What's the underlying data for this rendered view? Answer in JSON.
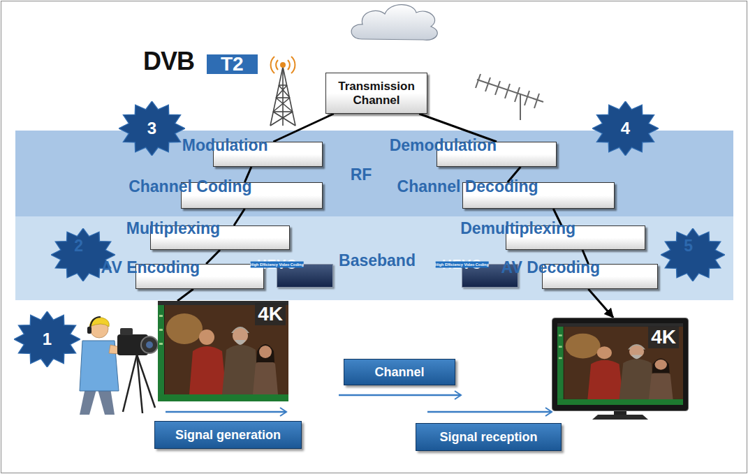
{
  "diagram": {
    "nodes": [
      {
        "text": [
          "Transmission Channel"
        ]
      },
      {
        "text": [
          "RF"
        ]
      },
      {
        "text": [
          "3"
        ]
      },
      {
        "text": [
          "4"
        ]
      },
      {
        "text": [
          "Modulation"
        ],
        "in": 1
      },
      {
        "text": [
          "Demodulation"
        ],
        "in": 1
      },
      {
        "text": [
          "Channel Coding"
        ],
        "in": 1
      },
      {
        "text": [
          "Channel Decoding"
        ],
        "in": 1
      },
      {
        "text": [
          "Baseband"
        ]
      },
      {
        "text": [
          "2"
        ],
        "in": 8
      },
      {
        "text": [
          "Multiplexing"
        ],
        "in": 8
      },
      {
        "text": [
          "Demultiplexing"
        ],
        "in": 8
      },
      {
        "text": [
          "5"
        ],
        "in": 8
      },
      {
        "text": [
          "AV Encoding"
        ],
        "in": 8
      },
      {
        "text": [
          "HEVC",
          "High Efficiency Video Coding"
        ],
        "in": 8
      },
      {
        "text": [
          "HEVC",
          "High Efficiency Video Coding"
        ],
        "in": 8
      },
      {
        "text": [
          "AV Decoding"
        ],
        "in": 8
      },
      {
        "text": [
          "1"
        ]
      },
      {
        "text": [
          "4K"
        ]
      },
      {
        "text": [
          "Channel"
        ]
      },
      {
        "text": [
          "4K"
        ]
      },
      {
        "text": [
          "Signal generation"
        ]
      },
      {
        "text": [
          "Signal reception"
        ]
      }
    ],
    "edges": [
      {
        "from": 0,
        "to": 4,
        "arrow": "none"
      },
      {
        "from": 4,
        "to": 6,
        "arrow": "none"
      },
      {
        "from": 6,
        "to": 10,
        "arrow": "none"
      },
      {
        "from": 10,
        "to": 13,
        "arrow": "none"
      },
      {
        "from": 13,
        "to": 18,
        "arrow": "none"
      },
      {
        "from": 0,
        "to": 5,
        "arrow": "none"
      },
      {
        "from": 5,
        "to": 7,
        "arrow": "none"
      },
      {
        "from": 7,
        "to": 11,
        "arrow": "none"
      },
      {
        "from": 11,
        "to": 16,
        "arrow": "none"
      },
      {
        "from": 16,
        "to": 20,
        "arrow": "to"
      }
    ],
    "labels": [
      "DVB",
      "T2"
    ]
  }
}
